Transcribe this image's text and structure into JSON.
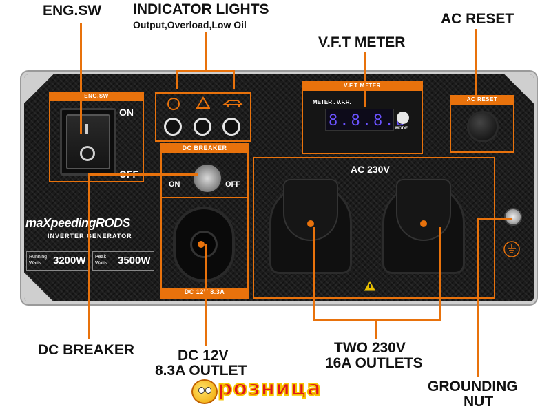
{
  "callouts": {
    "eng_sw": "ENG.SW",
    "indicator_lights": "INDICATOR LIGHTS",
    "indicator_sub": "Output,Overload,Low Oil",
    "vft_meter": "V.F.T METER",
    "ac_reset": "AC RESET",
    "dc_breaker": "DC BREAKER",
    "dc_outlet_line1": "DC 12V",
    "dc_outlet_line2": "8.3A OUTLET",
    "outlets_line1": "TWO 230V",
    "outlets_line2": "16A OUTLETS",
    "ground_line1": "GROUNDING",
    "ground_line2": "NUT"
  },
  "panel": {
    "eng_sw_label": "ENG.SW",
    "on": "ON",
    "off": "OFF",
    "dc_breaker_label": "DC BREAKER",
    "breaker_on": "ON",
    "breaker_off": "OFF",
    "vft_label": "V.F.T METER",
    "meter_text": "METER . V.F.R.",
    "lcd_digits": "8.8.8.8",
    "mode": "MODE",
    "ac_reset_label": "AC RESET",
    "ac_label": "AC 230V",
    "dc_outlet_label": "DC 12V 8.3A",
    "brand": "maXpeedingRODS",
    "product": "INVERTER GENERATOR",
    "running_label": "Running Watts",
    "running_value": "3200W",
    "peak_label": "Peak Watts",
    "peak_value": "3500W"
  },
  "watermark": {
    "text": "розница"
  },
  "colors": {
    "accent": "#e8720c",
    "panel": "#1c1c1c",
    "lcd": "#6a52ff"
  }
}
